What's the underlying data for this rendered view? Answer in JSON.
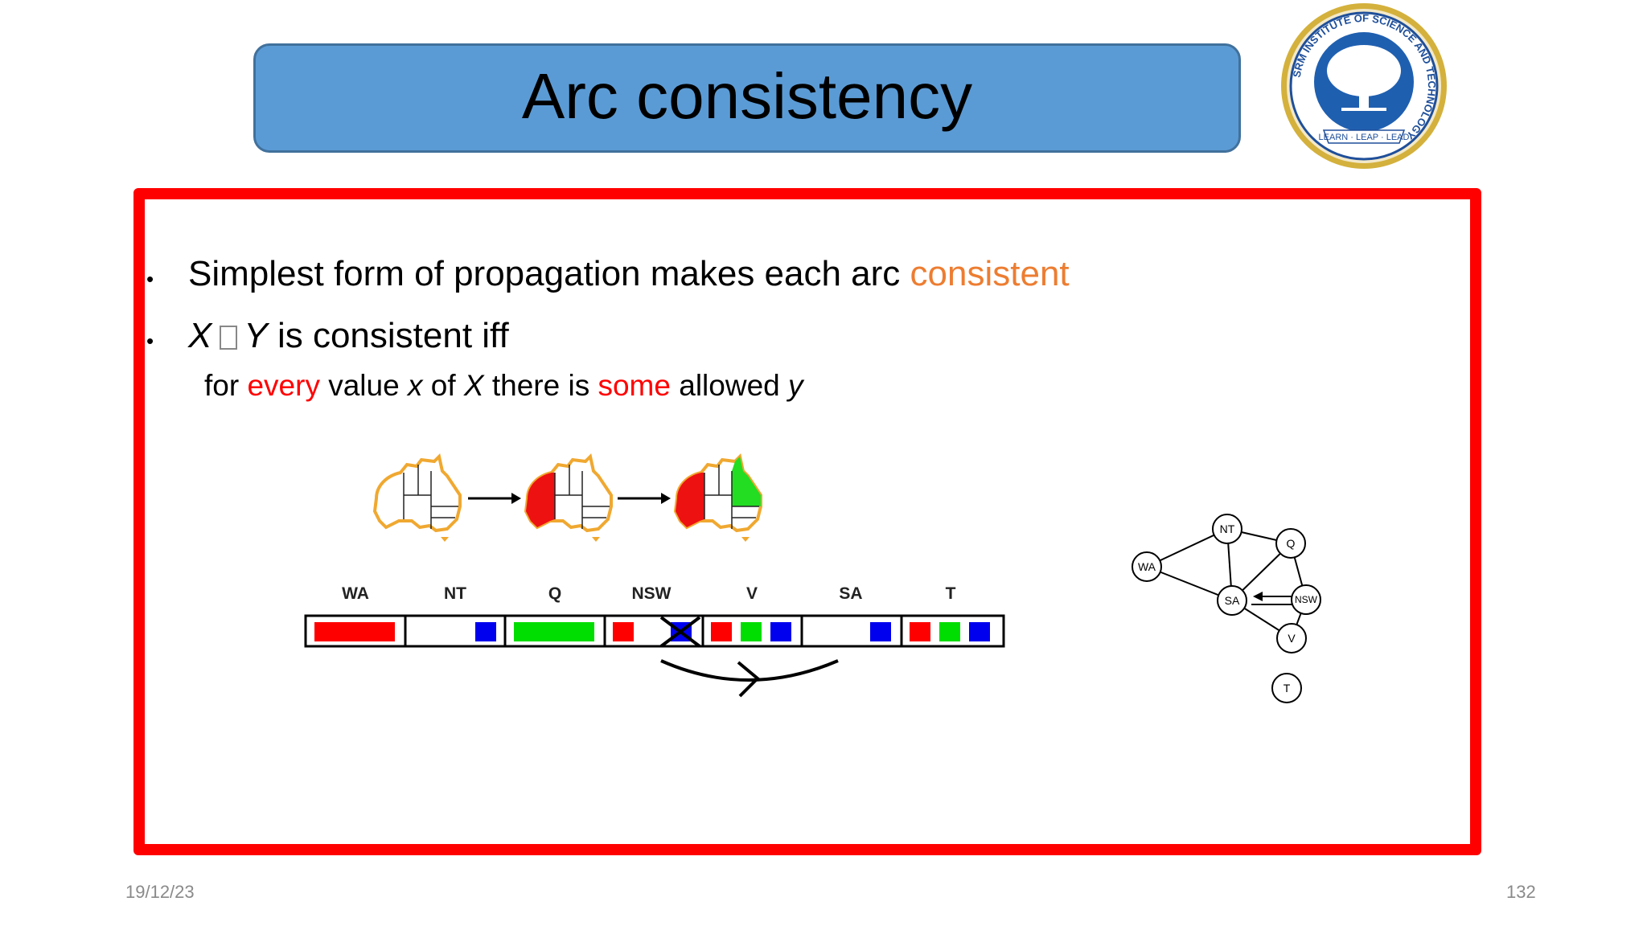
{
  "slide": {
    "title": "Arc consistency",
    "footer": {
      "date": "19/12/23",
      "page": "132"
    }
  },
  "logo": {
    "ring_text": "SRM INSTITUTE OF SCIENCE AND TECHNOLOGY",
    "motto": "LEARN · LEAP · LEAD"
  },
  "bullets": [
    {
      "marker": "•",
      "text_main": "Simplest form of propagation makes each arc ",
      "text_accent": "consistent"
    },
    {
      "marker": "•",
      "x": "X",
      "glyph": "",
      "y": "Y",
      "rest": " is consistent iff"
    }
  ],
  "sub_bullet": {
    "p1": "for ",
    "every": "every",
    "p2": " value ",
    "x": "x",
    "p3": " of ",
    "X": "X",
    "p4": " there is ",
    "some": "some",
    "p5": " allowed ",
    "y": "y"
  },
  "domain_table": {
    "columns": [
      "WA",
      "NT",
      "Q",
      "NSW",
      "V",
      "SA",
      "T"
    ]
  },
  "constraint_graph": {
    "nodes": [
      "NT",
      "Q",
      "WA",
      "SA",
      "NSW",
      "V",
      "T"
    ]
  },
  "colors": {
    "title_fill": "#5b9bd5",
    "frame": "#ff0000",
    "accent_orange": "#ed7d31",
    "accent_red": "#ff0000",
    "domain_red": "#ff0000",
    "domain_green": "#00dd00",
    "domain_blue": "#0000ee"
  }
}
